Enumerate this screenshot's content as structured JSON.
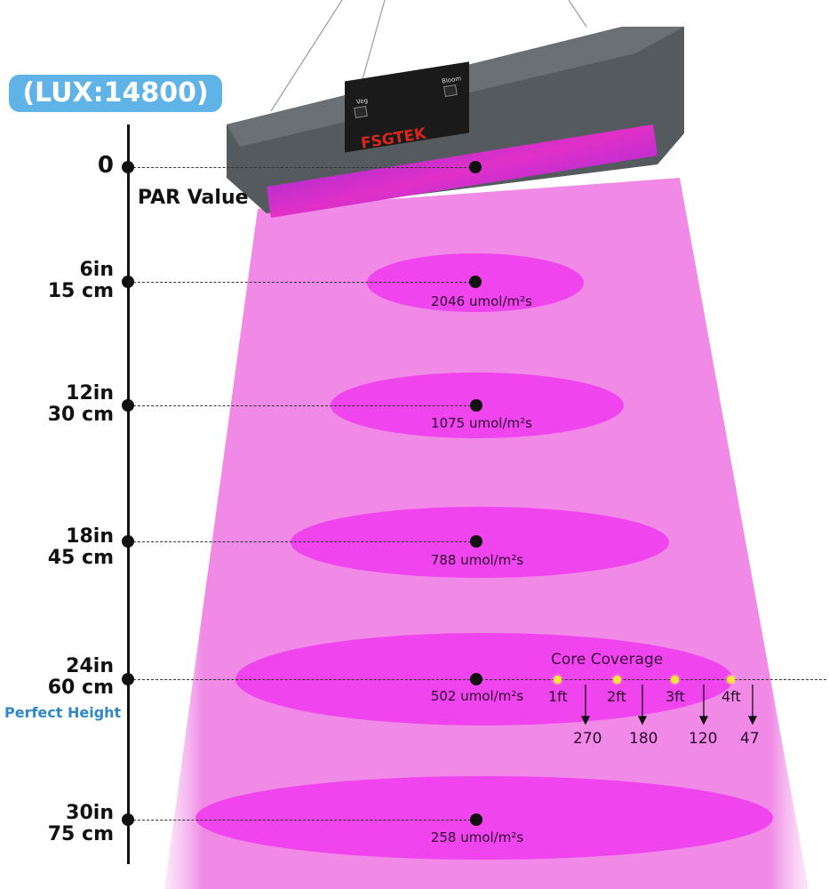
{
  "lux_badge": "(LUX:14800)",
  "axis_label": "PAR Value",
  "brand_logo": "FSGTEK",
  "switch_labels": [
    "Veg",
    "Bloom"
  ],
  "levels": [
    {
      "inch": "0",
      "cm": "",
      "par": ""
    },
    {
      "inch": "6in",
      "cm": "15 cm",
      "par": "2046 umol/m²s"
    },
    {
      "inch": "12in",
      "cm": "30 cm",
      "par": "1075 umol/m²s"
    },
    {
      "inch": "18in",
      "cm": "45 cm",
      "par": "788 umol/m²s"
    },
    {
      "inch": "24in",
      "cm": "60 cm",
      "par": "502 umol/m²s"
    },
    {
      "inch": "30in",
      "cm": "75 cm",
      "par": "258 umol/m²s"
    }
  ],
  "perfect_height": "Perfect Height",
  "core_coverage": {
    "title": "Core Coverage",
    "distances": [
      "1ft",
      "2ft",
      "3ft",
      "4ft"
    ],
    "values": [
      "270",
      "180",
      "120",
      "47"
    ]
  },
  "colors": {
    "beam": "#f08ae6",
    "spot": "#f044ee",
    "badge": "#5fb3e6",
    "perfect": "#2f87c8"
  }
}
